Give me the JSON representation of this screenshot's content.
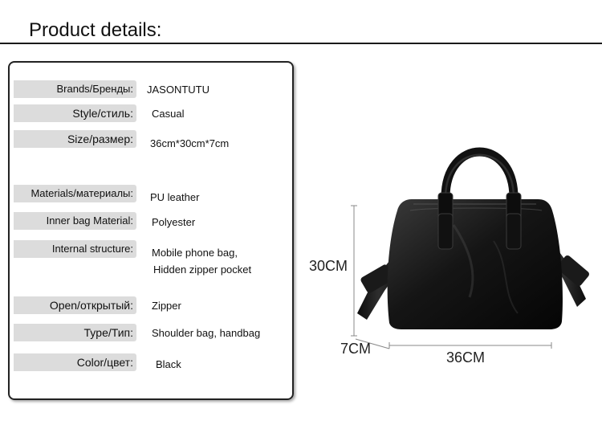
{
  "header": {
    "title": "Product details:"
  },
  "specs": [
    {
      "label": "Brands/Бренды:",
      "value": "JASONTUTU"
    },
    {
      "label": "Style/стиль:",
      "value": "Casual"
    },
    {
      "label": "Size/размер:",
      "value": "36cm*30cm*7cm"
    },
    {
      "label": "Materials/материалы:",
      "value": "PU leather"
    },
    {
      "label": "Inner bag Material:",
      "value": "Polyester"
    },
    {
      "label": "Internal structure:",
      "value": "Mobile phone bag,",
      "value2": "Hidden zipper pocket"
    },
    {
      "label": "Open/открытый:",
      "value": "Zipper"
    },
    {
      "label": "Type/Тип:",
      "value": "Shoulder bag, handbag"
    },
    {
      "label": "Color/цвет:",
      "value": "Black"
    }
  ],
  "dimensions": {
    "height": "30CM",
    "depth": "7CM",
    "width": "36CM"
  }
}
